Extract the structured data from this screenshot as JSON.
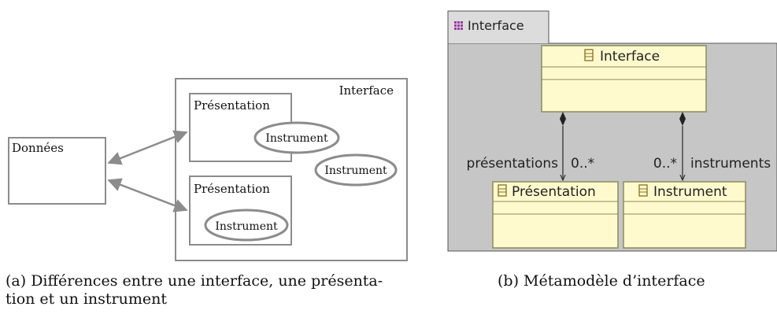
{
  "figure_a": {
    "donnees_label": "Données",
    "interface_label": "Interface",
    "presentation_top_label": "Présentation",
    "presentation_bottom_label": "Présentation",
    "instrument_in_top": "Instrument",
    "instrument_free": "Instrument",
    "instrument_in_bottom": "Instrument",
    "caption_line1": "(a) Différences entre une interface, une présenta-",
    "caption_line2": "tion et un instrument"
  },
  "figure_b": {
    "tab_label": "Interface",
    "class_interface": "Interface",
    "class_presentation": "Présentation",
    "class_instrument": "Instrument",
    "role_presentations": "présentations",
    "mult_presentations": "0..*",
    "role_instruments": "instruments",
    "mult_instruments": "0..*",
    "caption": "(b) Métamodèle d’interface"
  },
  "colors": {
    "class_fill": "#fffacd",
    "class_stroke": "#8b8b5a",
    "panel_fill": "#c6c6c6",
    "tab_fill": "#dcdcdc",
    "package_icon": "#9b3aa6",
    "diagram_stroke": "#8c8c8c"
  }
}
